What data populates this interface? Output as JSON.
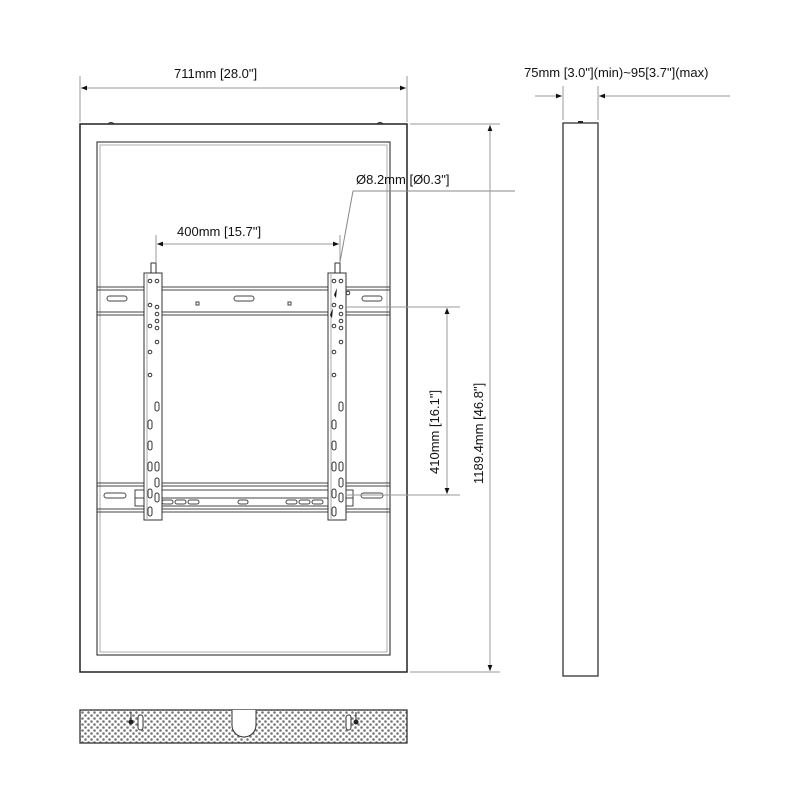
{
  "drawing": {
    "front_view": {
      "width_label": "711mm [28.0\"]",
      "height_label": "1189.4mm [46.8\"]",
      "vesa_horizontal_label": "400mm [15.7\"]",
      "vesa_vertical_label": "410mm [16.1\"]",
      "hole_diameter_label": "Ø8.2mm [Ø0.3\"]"
    },
    "side_view": {
      "depth_label": "75mm [3.0\"](min)~95[3.7\"](max)"
    },
    "bottom_view": {
      "pattern": "perforated-grille"
    },
    "colors": {
      "line": "#222222",
      "dimension_line": "#9a9a9a",
      "background": "#ffffff"
    }
  }
}
